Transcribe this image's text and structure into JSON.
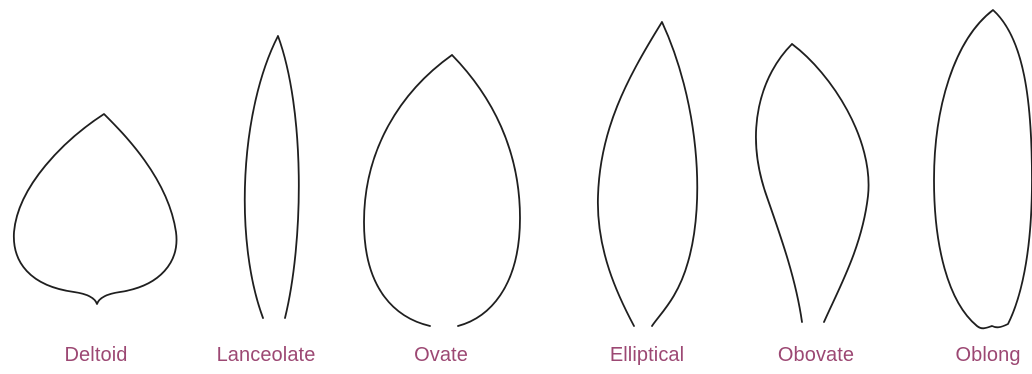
{
  "colors": {
    "label": "#9c4873",
    "stroke": "#1f1f1f",
    "background": "#ffffff"
  },
  "shapes": [
    {
      "name": "Deltoid",
      "icon": "deltoid-leaf-outline-icon"
    },
    {
      "name": "Lanceolate",
      "icon": "lanceolate-leaf-outline-icon"
    },
    {
      "name": "Ovate",
      "icon": "ovate-leaf-outline-icon"
    },
    {
      "name": "Elliptical",
      "icon": "elliptical-leaf-outline-icon"
    },
    {
      "name": "Obovate",
      "icon": "obovate-leaf-outline-icon"
    },
    {
      "name": "Oblong",
      "icon": "oblong-leaf-outline-icon"
    }
  ]
}
